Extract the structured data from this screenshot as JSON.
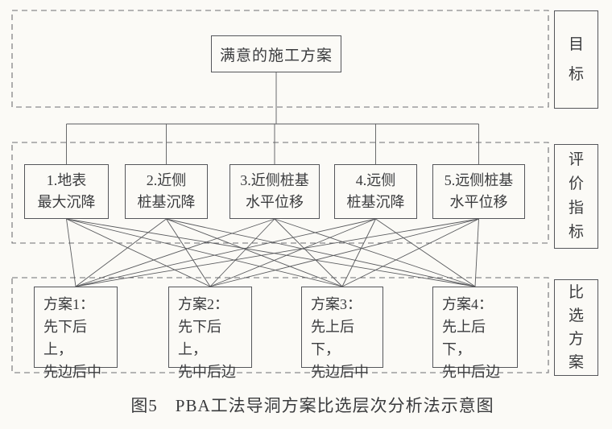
{
  "colors": {
    "background": "#fbfaf6",
    "ink": "#3a3b3d",
    "box_border": "#55565a",
    "connector_line": "#5a5b5e",
    "dashed_border": "#6e6f72"
  },
  "goal": {
    "label": "满意的施工方案"
  },
  "side_labels": [
    {
      "id": "goal",
      "label": "目\n标"
    },
    {
      "id": "criteria",
      "label": "评\n价\n指\n标"
    },
    {
      "id": "alternatives",
      "label": "比\n选\n方\n案"
    }
  ],
  "criteria": {
    "items": [
      {
        "label": "1.地表\n最大沉降"
      },
      {
        "label": "2.近侧\n桩基沉降"
      },
      {
        "label": "3.近侧桩基\n水平位移"
      },
      {
        "label": "4.远侧\n桩基沉降"
      },
      {
        "label": "5.远侧桩基\n水平位移"
      }
    ]
  },
  "plans": {
    "items": [
      {
        "label": "方案1：\n先下后上，\n先边后中"
      },
      {
        "label": "方案2：\n先下后上，\n先中后边"
      },
      {
        "label": "方案3：\n先上后下，\n先边后中"
      },
      {
        "label": "方案4：\n先上后下，\n先中后边"
      }
    ]
  },
  "caption": "图5　PBA工法导洞方案比选层次分析法示意图"
}
